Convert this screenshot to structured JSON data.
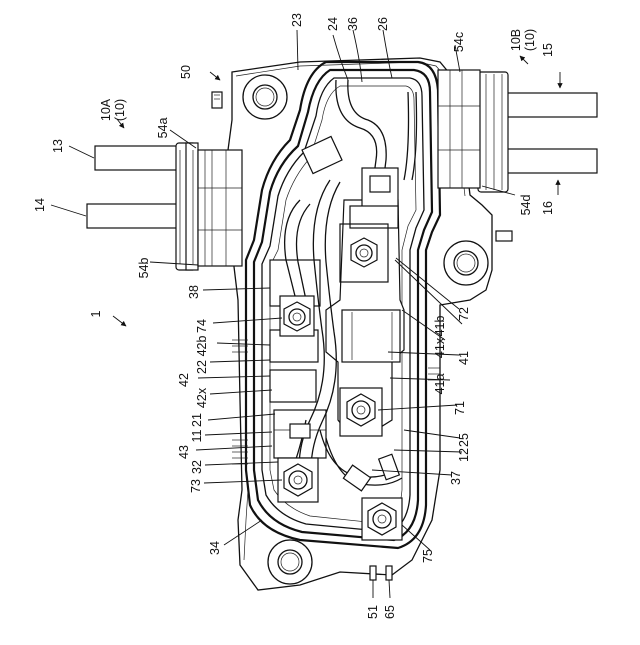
{
  "labels": {
    "l10A": "10A",
    "l10A_sub": "(10)",
    "l10B": "10B",
    "l10B_sub": "(10)",
    "l13": "13",
    "l14": "14",
    "l15": "15",
    "l16": "16",
    "l50": "50",
    "l23": "23",
    "l24": "24",
    "l36": "36",
    "l26": "26",
    "l54a": "54a",
    "l54b": "54b",
    "l54c": "54c",
    "l54d": "54d",
    "l1": "1",
    "l38": "38",
    "l74": "74",
    "l42b": "42b",
    "l22": "22",
    "l42": "42",
    "l42x": "42x",
    "l21": "21",
    "l11": "11",
    "l43": "43",
    "l32": "32",
    "l73": "73",
    "l34": "34",
    "l72": "72",
    "l41b": "41b",
    "l41x": "41x",
    "l41": "41",
    "l41a": "41a",
    "l71": "71",
    "l25": "25",
    "l12": "12",
    "l37": "37",
    "l75": "75",
    "l51": "51",
    "l65": "65"
  }
}
